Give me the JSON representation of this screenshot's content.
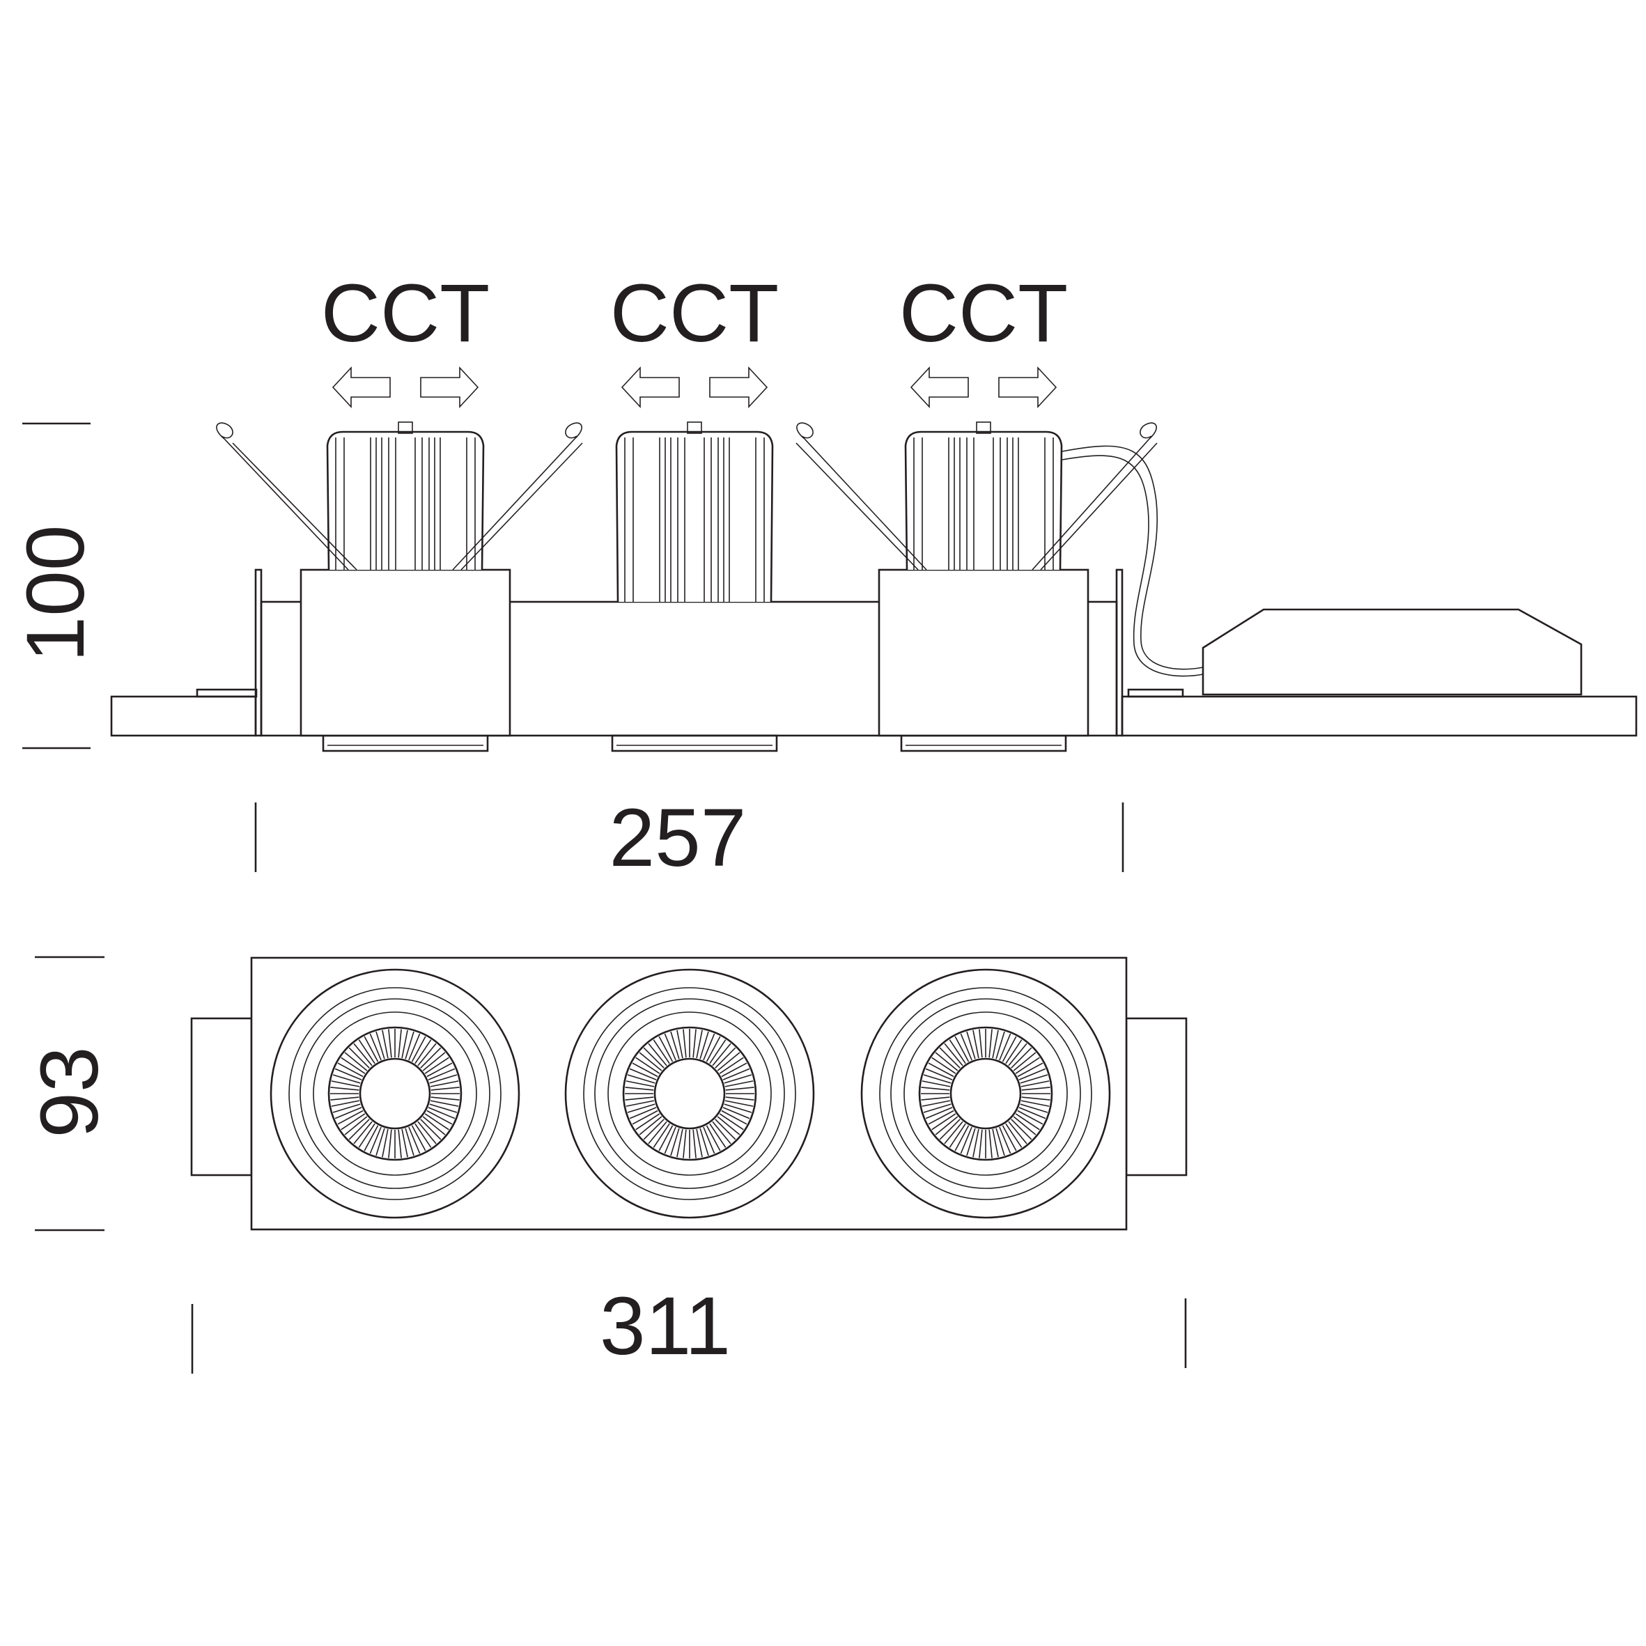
{
  "diagram": {
    "side_view": {
      "labels": [
        "CCT",
        "CCT",
        "CCT"
      ],
      "dim_width": "257",
      "dim_height": "100"
    },
    "top_view": {
      "dim_width": "311",
      "dim_height": "93"
    }
  },
  "colors": {
    "line": "#231f20",
    "background": "#ffffff"
  }
}
